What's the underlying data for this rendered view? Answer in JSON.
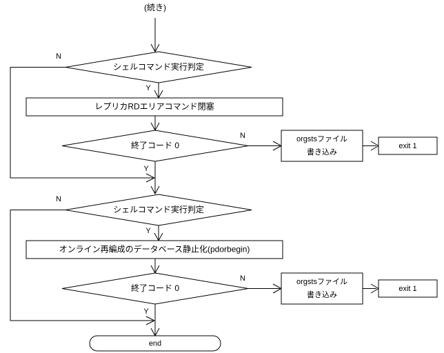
{
  "diagram": {
    "title_label": "(続き)",
    "type": "flowchart",
    "background_color": "#ffffff",
    "line_color": "#000000"
  },
  "nodes": {
    "entry_label": "(続き)",
    "decision1": "シェルコマンド実行判定",
    "process1": "レプリカRDエリアコマンド閉塞",
    "decision2": "終了コード 0",
    "io1_line1": "orgstsファイル",
    "io1_line2": "書き込み",
    "exit1": "exit 1",
    "decision3": "シェルコマンド実行判定",
    "process2": "オンライン再編成のデータベース静止化(pdorbegin)",
    "decision4": "終了コード 0",
    "io2_line1": "orgstsファイル",
    "io2_line2": "書き込み",
    "exit2": "exit 1",
    "terminator_end": "end"
  },
  "edge_labels": {
    "d1_no": "N",
    "d1_yes": "Y",
    "d2_no": "N",
    "d2_yes": "Y",
    "d3_no": "N",
    "d3_yes": "Y",
    "d4_no": "N",
    "d4_yes": "Y"
  }
}
